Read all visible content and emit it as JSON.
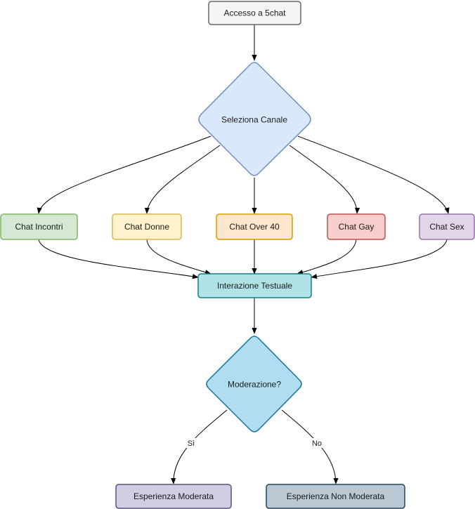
{
  "nodes": {
    "start": {
      "label": "Accesso a 5chat",
      "fill": "#f5f5f5",
      "stroke": "#666666"
    },
    "select": {
      "label": "Seleziona Canale",
      "fill": "#dae8fc",
      "stroke": "#6c8ebf"
    },
    "incontri": {
      "label": "Chat Incontri",
      "fill": "#d5e8d4",
      "stroke": "#82b366"
    },
    "donne": {
      "label": "Chat Donne",
      "fill": "#fff2cc",
      "stroke": "#d6b656"
    },
    "over40": {
      "label": "Chat Over 40",
      "fill": "#ffe6cc",
      "stroke": "#d79b00"
    },
    "gay": {
      "label": "Chat Gay",
      "fill": "#f8cecc",
      "stroke": "#b85450"
    },
    "sex": {
      "label": "Chat Sex",
      "fill": "#e1d5e7",
      "stroke": "#9673a6"
    },
    "interazione": {
      "label": "Interazione Testuale",
      "fill": "#b0e3e6",
      "stroke": "#0e8088"
    },
    "moderazione": {
      "label": "Moderazione?",
      "fill": "#b1ddf0",
      "stroke": "#10739e"
    },
    "moderata": {
      "label": "Esperienza Moderata",
      "fill": "#d0cee2",
      "stroke": "#56517e"
    },
    "non_moderata": {
      "label": "Esperienza Non Moderata",
      "fill": "#bac8d3",
      "stroke": "#23445d"
    }
  },
  "edge_labels": {
    "si": "Sì",
    "no": "No"
  }
}
